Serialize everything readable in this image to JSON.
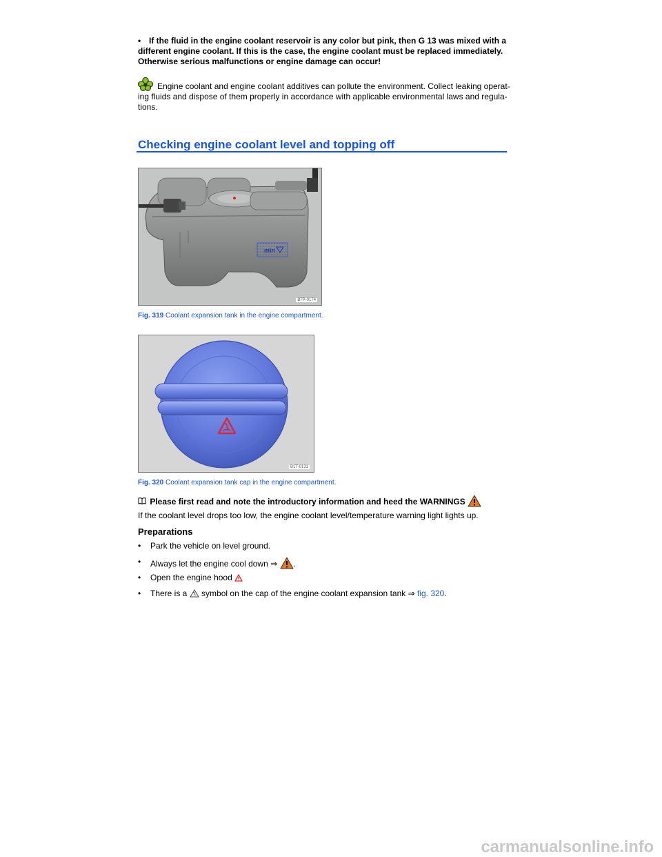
{
  "warning_bullet": {
    "symbol": "•",
    "text": "If the fluid in the engine coolant reservoir is any color but pink, then G 13 was mixed with a different engine coolant. If this is the case, the engine coolant must be replaced immediately. Otherwise serious malfunctions or engine damage can occur!"
  },
  "environment_note": {
    "icon": "leaf-icon",
    "text": "Engine coolant and engine coolant additives can pollute the environment. Collect leaking operat-ing fluids and dispose of them properly in accordance with applicable environmental laws and regula-tions."
  },
  "section_title": "Checking engine coolant level and topping off",
  "figures": [
    {
      "number": "Fig. 319",
      "caption": "Coolant expansion tank in the engine compartment.",
      "code": "B7P-0174",
      "min_label": "min"
    },
    {
      "number": "Fig. 320",
      "caption": "Coolant expansion tank cap in the engine compartment.",
      "code": "B1T-0131"
    }
  ],
  "read_first": {
    "icon": "book-icon",
    "text": "Please first read and note the introductory information and heed the WARNINGS"
  },
  "low_level_note": "If the coolant level drops too low, the engine coolant level/temperature warning light lights up.",
  "preparations": {
    "title": "Preparations",
    "items": [
      {
        "text": "Park the vehicle on level ground."
      },
      {
        "text_before": "Always let the engine cool down ⇒",
        "text_after": "."
      },
      {
        "text": "Open the engine hood"
      },
      {
        "text_before": "There is a",
        "text_mid": "symbol on the cap of the engine coolant expansion tank ⇒",
        "link": "fig. 320",
        "text_after": "."
      }
    ]
  },
  "watermark": "carmanualsonline.info",
  "colors": {
    "heading_blue": "#1c56d6",
    "warning_orange": "#e8791d",
    "warning_red": "#d0302a"
  }
}
